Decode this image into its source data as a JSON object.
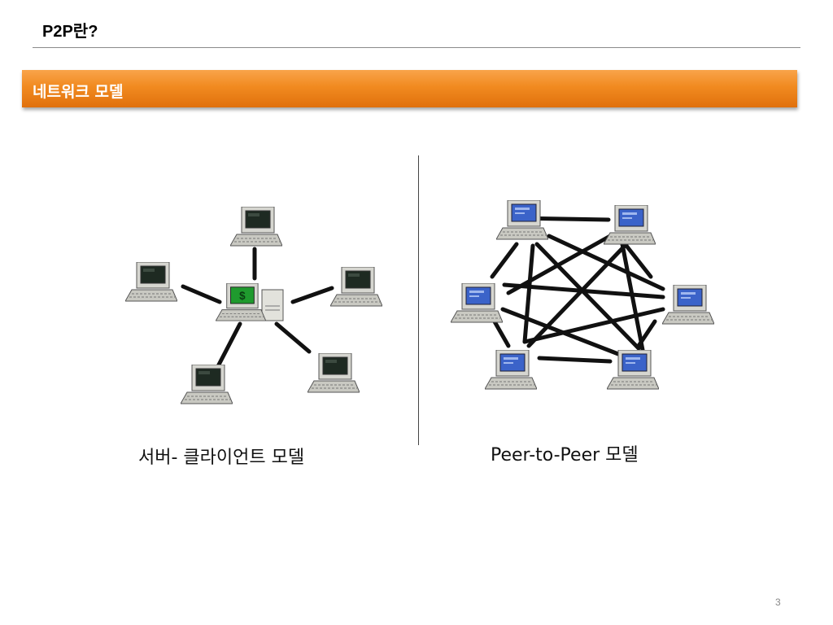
{
  "slide": {
    "title": "P2P란?",
    "section_header": "네트워크 모델",
    "page_number": "3"
  },
  "diagrams": {
    "client_server": {
      "caption": "서버- 클라이언트 모델",
      "server_label": "$",
      "client_count": 5
    },
    "p2p": {
      "caption": "Peer-to-Peer 모델",
      "peer_count": 6
    }
  },
  "colors": {
    "section_bar": "#f18a20",
    "server_screen": "#1f9a2e",
    "client_screen": "#1e2a22",
    "peer_screen": "#3b63c9"
  }
}
